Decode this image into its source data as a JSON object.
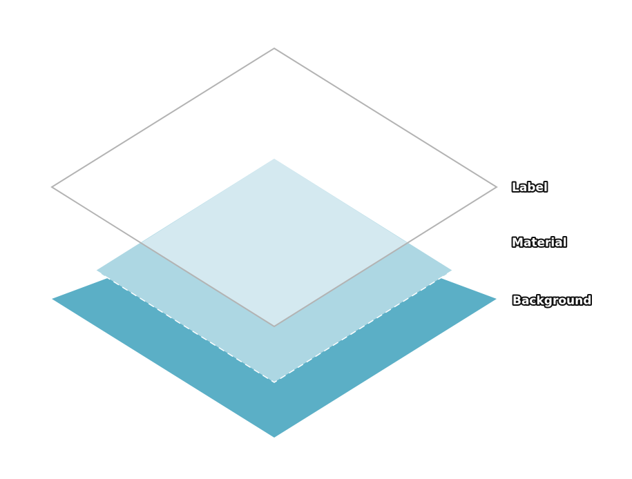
{
  "diagram": {
    "layers": [
      {
        "id": "label",
        "name": "Label",
        "fill": "none",
        "stroke": "#b3b3b3"
      },
      {
        "id": "material",
        "name": "Material",
        "fill": "#d4e9f0",
        "overlap_fill": "#add7e3"
      },
      {
        "id": "background",
        "name": "Background",
        "fill": "#5bafc6",
        "edge_stroke": "#ffffff"
      }
    ]
  }
}
